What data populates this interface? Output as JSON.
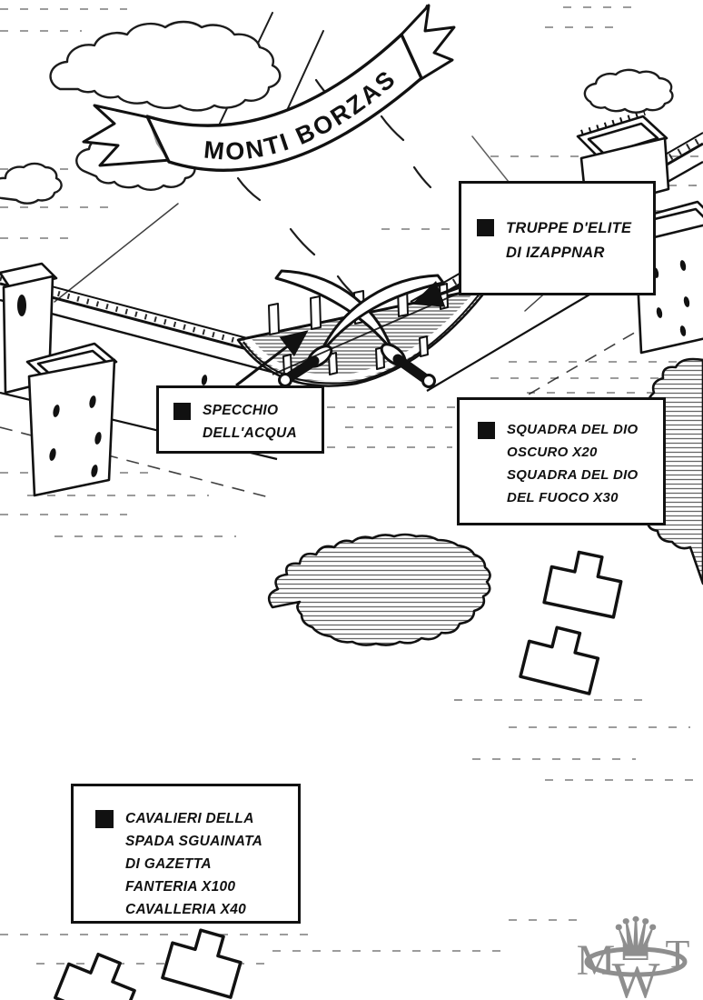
{
  "page": {
    "kind": "manga battle map page",
    "language": "Italian"
  },
  "banner": {
    "title": "MONTI BORZAS"
  },
  "labels": {
    "truppe": {
      "text": "TRUPPE D'ELITE\nDI IZAPPNAR"
    },
    "specchio": {
      "text": "SPECCHIO\nDELL'ACQUA"
    },
    "squadra": {
      "text": "SQUADRA DEL DIO\nOSCURO X20\nSQUADRA DEL DIO\nDEL FUOCO X30"
    },
    "cavalieri": {
      "text": "CAVALIERI DELLA\nSPADA SGUAINATA\nDI GAZETTA\nFANTERIA X100\nCAVALLERIA X40"
    }
  },
  "watermark": {
    "letters": [
      "M",
      "W",
      "T"
    ]
  },
  "icons": {
    "legend_square": "black-square-marker",
    "crossed_swords": "crossed-scimitars",
    "unit_marker": "t-shaped-building-outline",
    "crown": "crown-logo"
  },
  "colors": {
    "ink": "#111111",
    "paper": "#ffffff",
    "hatch_gray": "#8f8f8f",
    "watermark_gray": "#6f6f6f"
  },
  "unit_markers": {
    "count": 4
  }
}
